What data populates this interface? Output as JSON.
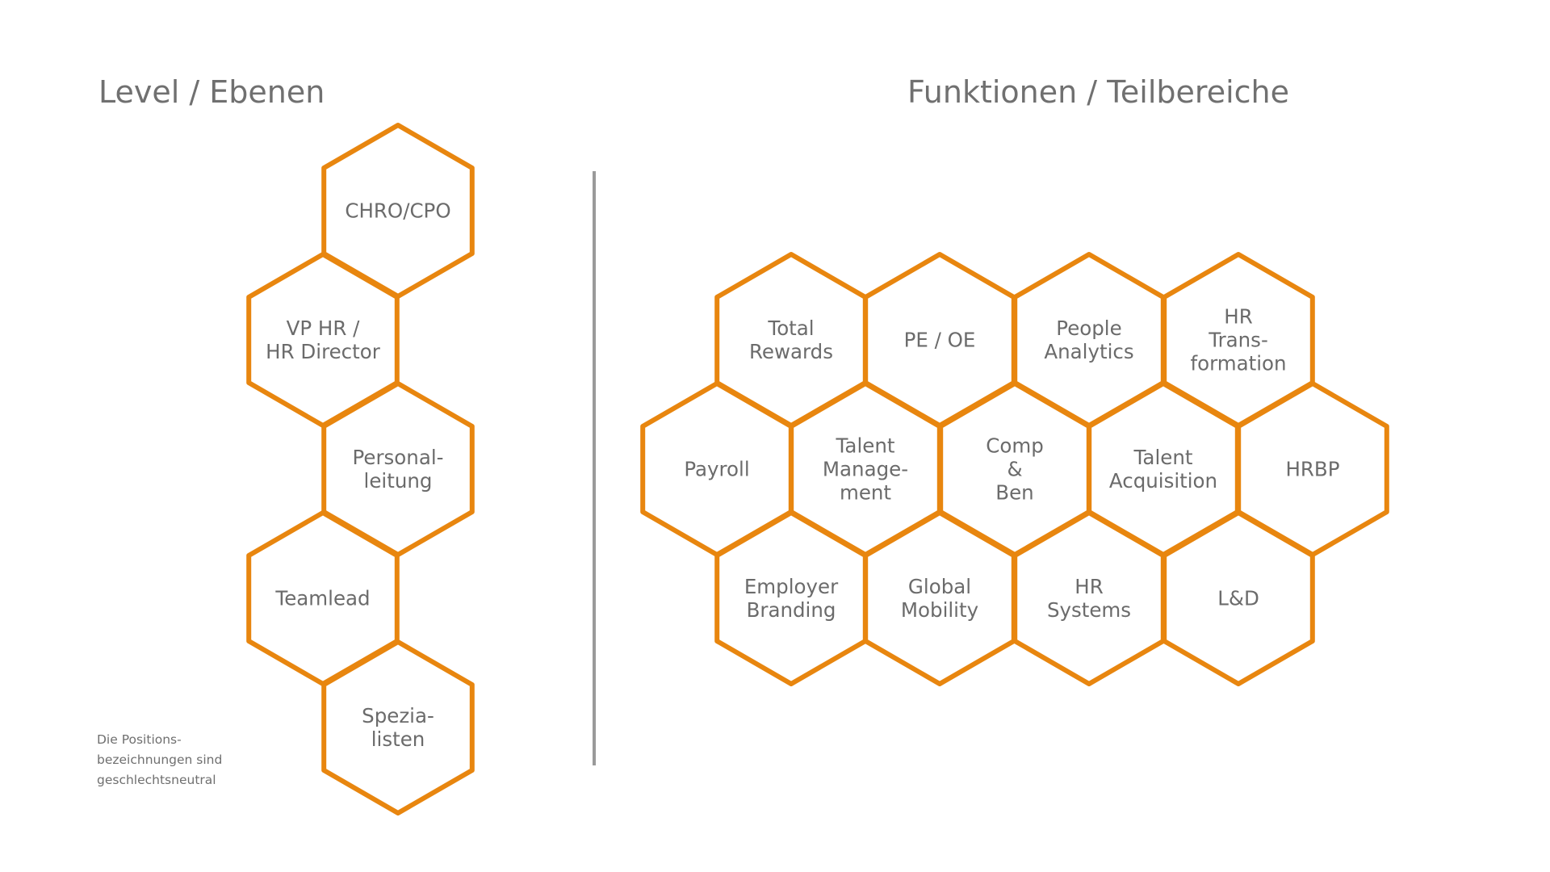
{
  "titles": {
    "left": "Level / Ebenen",
    "right": "Funktionen / Teilbereiche"
  },
  "footnote": [
    "Die Positions-",
    "bezeichnungen sind",
    "geschlechtsneutral"
  ],
  "colors": {
    "hex_stroke": "#e8860f",
    "text": "#6f6f6f",
    "divider": "#9a9a9a"
  },
  "levels": [
    {
      "id": "chro-cpo",
      "lines": [
        "CHRO/CPO"
      ]
    },
    {
      "id": "vp-hr",
      "lines": [
        "VP HR /",
        "HR Director"
      ]
    },
    {
      "id": "personalleitung",
      "lines": [
        "Personal-",
        "leitung"
      ]
    },
    {
      "id": "teamlead",
      "lines": [
        "Teamlead"
      ]
    },
    {
      "id": "spezialisten",
      "lines": [
        "Spezia-",
        "listen"
      ]
    }
  ],
  "functions": [
    {
      "id": "total-rewards",
      "lines": [
        "Total",
        "Rewards"
      ]
    },
    {
      "id": "pe-oe",
      "lines": [
        "PE / OE"
      ]
    },
    {
      "id": "people-analytics",
      "lines": [
        "People",
        "Analytics"
      ]
    },
    {
      "id": "hr-transformation",
      "lines": [
        "HR",
        "Trans-",
        "formation"
      ]
    },
    {
      "id": "payroll",
      "lines": [
        "Payroll"
      ]
    },
    {
      "id": "talent-management",
      "lines": [
        "Talent",
        "Manage-",
        "ment"
      ]
    },
    {
      "id": "comp-ben",
      "lines": [
        "Comp",
        "&",
        "Ben"
      ]
    },
    {
      "id": "talent-acquisition",
      "lines": [
        "Talent",
        "Acquisition"
      ]
    },
    {
      "id": "hrbp",
      "lines": [
        "HRBP"
      ]
    },
    {
      "id": "employer-branding",
      "lines": [
        "Employer",
        "Branding"
      ]
    },
    {
      "id": "global-mobility",
      "lines": [
        "Global",
        "Mobility"
      ]
    },
    {
      "id": "hr-systems",
      "lines": [
        "HR",
        "Systems"
      ]
    },
    {
      "id": "l-and-d",
      "lines": [
        "L&D"
      ]
    }
  ]
}
